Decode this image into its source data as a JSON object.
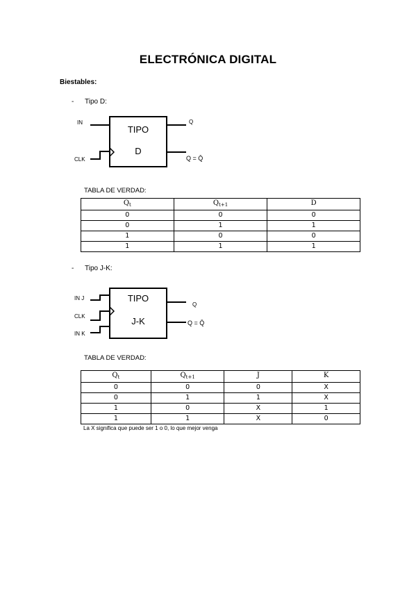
{
  "title": "ELECTRÓNICA DIGITAL",
  "section": "Biestables:",
  "types": [
    {
      "dash": "-",
      "label": "Tipo D:",
      "block_line1": "TIPO",
      "block_line2": "D",
      "inputs": [
        "IN",
        "CLK"
      ],
      "outputs": [
        "Q",
        "Q = Q̄"
      ],
      "table_label": "TABLA DE VERDAD:",
      "columns": [
        {
          "base": "Q",
          "sub": "t"
        },
        {
          "base": "Q",
          "sub": "t+1"
        },
        {
          "base": "D",
          "sub": ""
        }
      ],
      "rows": [
        [
          "0",
          "0",
          "0"
        ],
        [
          "0",
          "1",
          "1"
        ],
        [
          "1",
          "0",
          "0"
        ],
        [
          "1",
          "1",
          "1"
        ]
      ]
    },
    {
      "dash": "-",
      "label": "Tipo J-K:",
      "block_line1": "TIPO",
      "block_line2": "J-K",
      "inputs": [
        "IN J",
        "CLK",
        "IN K"
      ],
      "outputs": [
        "Q",
        "Q = Q̄"
      ],
      "table_label": "TABLA DE VERDAD:",
      "columns": [
        {
          "base": "Q",
          "sub": "t"
        },
        {
          "base": "Q",
          "sub": "t+1"
        },
        {
          "base": "J",
          "sub": ""
        },
        {
          "base": "K",
          "sub": ""
        }
      ],
      "rows": [
        [
          "0",
          "0",
          "0",
          "X"
        ],
        [
          "0",
          "1",
          "1",
          "X"
        ],
        [
          "1",
          "0",
          "X",
          "1"
        ],
        [
          "1",
          "1",
          "X",
          "0"
        ]
      ],
      "note": "La X significa que puede ser 1 o 0, lo que mejor venga"
    }
  ]
}
